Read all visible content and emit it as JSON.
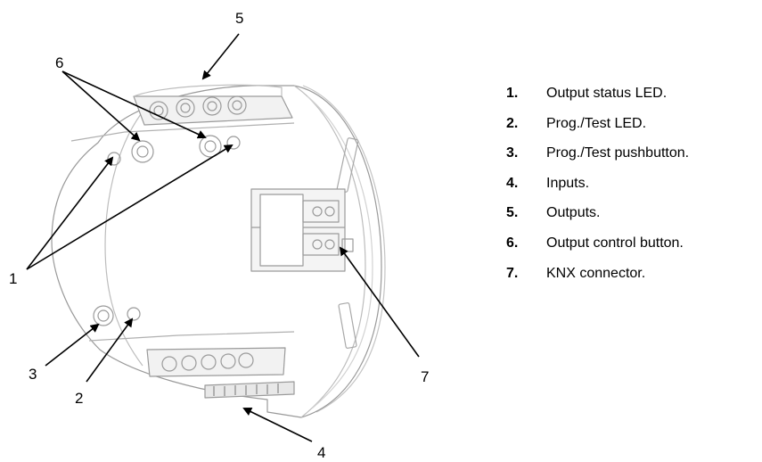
{
  "callouts": {
    "c1": "1",
    "c2": "2",
    "c3": "3",
    "c4": "4",
    "c5": "5",
    "c6": "6",
    "c7": "7"
  },
  "legend": [
    {
      "number": "1.",
      "text": "Output status LED."
    },
    {
      "number": "2.",
      "text": "Prog./Test LED."
    },
    {
      "number": "3.",
      "text": "Prog./Test pushbutton."
    },
    {
      "number": "4.",
      "text": "Inputs."
    },
    {
      "number": "5.",
      "text": "Outputs."
    },
    {
      "number": "6.",
      "text": "Output control button."
    },
    {
      "number": "7.",
      "text": "KNX connector."
    }
  ],
  "colors": {
    "outline": "#9a9a9a",
    "body": "#ffffff",
    "shade": "#eeeeee",
    "text": "#000000"
  }
}
